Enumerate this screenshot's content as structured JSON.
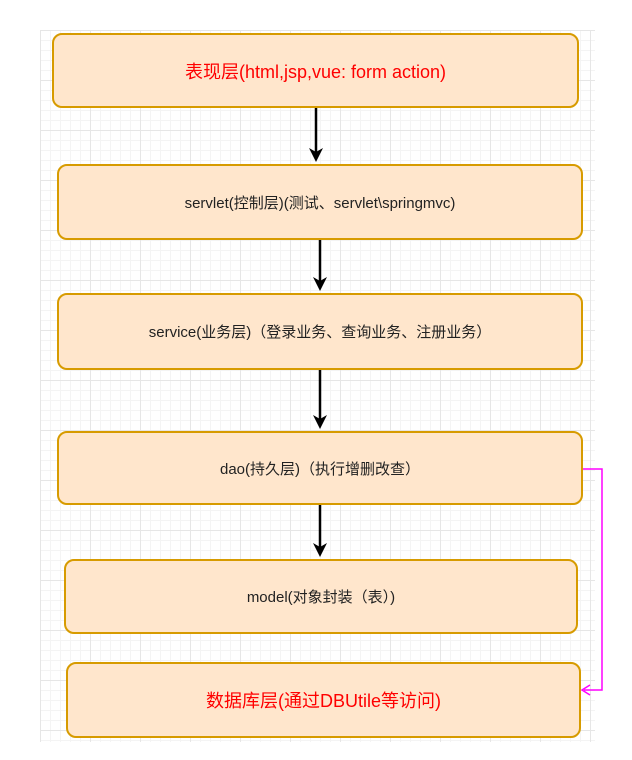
{
  "nodes": [
    {
      "id": "presentation",
      "label": "表现层(html,jsp,vue: form action)",
      "color": "#ff0000"
    },
    {
      "id": "servlet",
      "label": "servlet(控制层)(测试、servlet\\springmvc)",
      "color": "#222222"
    },
    {
      "id": "service",
      "label": "service(业务层)（登录业务、查询业务、注册业务）",
      "color": "#222222"
    },
    {
      "id": "dao",
      "label": "dao(持久层)（执行增删改查）",
      "color": "#222222"
    },
    {
      "id": "model",
      "label": "model(对象封装（表）)",
      "color": "#222222"
    },
    {
      "id": "database",
      "label": "数据库层(通过DBUtile等访问)",
      "color": "#ff0000"
    }
  ],
  "edges": [
    {
      "from": "presentation",
      "to": "servlet",
      "color": "#000000"
    },
    {
      "from": "servlet",
      "to": "service",
      "color": "#000000"
    },
    {
      "from": "service",
      "to": "dao",
      "color": "#000000"
    },
    {
      "from": "dao",
      "to": "model",
      "color": "#000000"
    },
    {
      "from": "dao",
      "to": "database",
      "color": "#ff00ff"
    }
  ],
  "colors": {
    "box_fill": "#ffe6cc",
    "box_border": "#d79b00"
  }
}
